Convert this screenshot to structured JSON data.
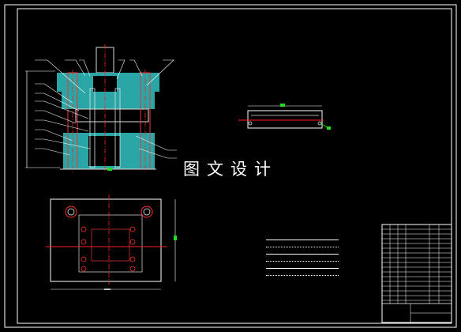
{
  "stamp_text": "图文设计",
  "colors": {
    "background": "#000000",
    "frame": "#ffffff",
    "section_fill": "#2aa6a6",
    "centerline": "#ff2020",
    "dimension": "#ffffff",
    "leader": "#ffffff",
    "hole": "#ff3030",
    "green_mark": "#22dd22",
    "outline": "#e0e0e0"
  },
  "icons": [
    "section-hatch",
    "hole-circle",
    "leader-line",
    "dimension-line",
    "title-block-table"
  ]
}
